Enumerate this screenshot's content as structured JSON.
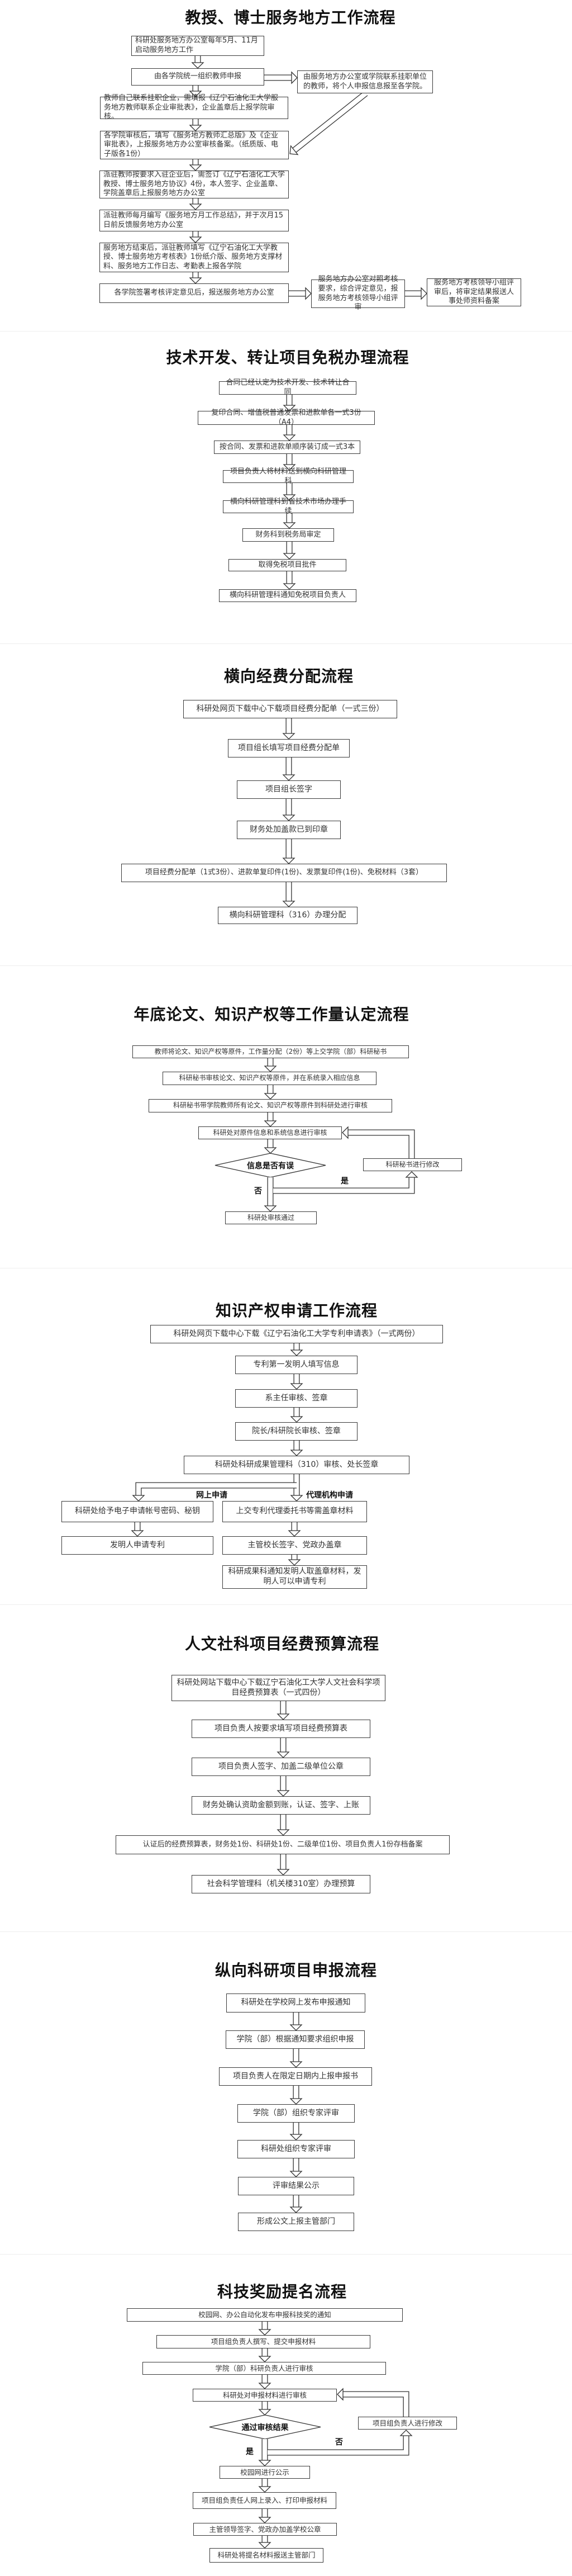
{
  "sections": [
    {
      "title": "教授、博士服务地方工作流程",
      "steps": [
        "科研处服务地方办公室每年5月、11月启动服务地方工作",
        "由各学院统一组织教师申报",
        "教师自己联系挂职企业，需填报《辽宁石油化工大学服务地方教师联系企业审批表》，企业盖章后上报学院审核。",
        "各学院审核后，填写《服务地方教师汇总版》及《企业审批表》，上报服务地方办公室审核备案。（纸质版、电子版各1份）",
        "派驻教师按要求入驻企业后，需签订《辽宁石油化工大学教授、博士服务地方协议》4份，本人签字、企业盖章、学院盖章后上报服务地方办公室",
        "派驻教师每月编写《服务地方月工作总结》，并于次月15日前反馈服务地方办公室",
        "服务地方结束后，派驻教师填写《辽宁石油化工大学教授、博士服务地方考核表》1份纸介版、服务地方支撑材料、服务地方工作日志、考勤表上报各学院",
        "各学院签署考核评定意见后，报送服务地方办公室"
      ],
      "side": [
        "由服务地方办公室或学院联系挂职单位的教师，将个人申报信息报至各学院。",
        "服务地方办公室对照考核要求，综合评定意见，报服务地方考核领导小组评审",
        "服务地方考核领导小组评审后，将审定结果报送人事处师资料备案"
      ]
    },
    {
      "title": "技术开发、转让项目免税办理流程",
      "steps": [
        "合同已经认定为技术开发、技术转让合同",
        "复印合同、增值税普通发票和进款单各一式3份（A4）",
        "按合同、发票和进款单顺序装订成一式3本",
        "项目负责人将材料送到横向科研管理科",
        "横向科研管理科到省技术市场办理手续",
        "财务科到税务局审定",
        "取得免税项目批件",
        "横向科研管理科通知免税项目负责人"
      ]
    },
    {
      "title": "横向经费分配流程",
      "steps": [
        "科研处网页下载中心下载项目经费分配单（一式三份）",
        "项目组长填写项目经费分配单",
        "项目组长签字",
        "财务处加盖款已到印章",
        "项目经费分配单（1式3份）、进款单复印件(1份)、发票复印件(1份)、免税材料（3套）",
        "横向科研管理科（316）办理分配"
      ]
    },
    {
      "title": "年底论文、知识产权等工作量认定流程",
      "steps": [
        "教师将论文、知识产权等原件，工作量分配（2份）等上交学院（部）科研秘书",
        "科研秘书审核论文、知识产权等原件，并在系统录入相应信息",
        "科研秘书带学院教师所有论文、知识产权等原件到科研处进行审核",
        "科研处对原件信息和系统信息进行审核",
        "科研处审核通过"
      ],
      "decision": "信息是否有误",
      "side": "科研秘书进行修改",
      "yes_label": "是",
      "no_label": "否"
    },
    {
      "title": "知识产权申请工作流程",
      "steps": [
        "科研处网页下载中心下载《辽宁石油化工大学专利申请表》（一式两份）",
        "专利第一发明人填写信息",
        "系主任审核、签章",
        "院长/科研院长审核、签章",
        "科研处科研成果管理科（310）审核、处长签章"
      ],
      "online_label": "网上申请",
      "agency_label": "代理机构申请",
      "online_steps": [
        "科研处给予电子申请帐号密码、秘钥",
        "发明人申请专利"
      ],
      "agency_steps": [
        "上交专利代理委托书等需盖章材料",
        "主管校长签字、党政办盖章",
        "科研成果科通知发明人取盖章材料，发明人可以申请专利"
      ]
    },
    {
      "title": "人文社科项目经费预算流程",
      "steps": [
        "科研处网站下载中心下载辽宁石油化工大学人文社会科学项目经费预算表（一式四份）",
        "项目负责人按要求填写项目经费预算表",
        "项目负责人签字、加盖二级单位公章",
        "财务处确认资助金额到账，认证、签字、上账",
        "认证后的经费预算表，财务处1份、科研处1份、二级单位1份、项目负责人1份存档备案",
        "社会科学管理科（机关楼310室）办理预算"
      ]
    },
    {
      "title": "纵向科研项目申报流程",
      "steps": [
        "科研处在学校网上发布申报通知",
        "学院（部）根据通知要求组织申报",
        "项目负责人在限定日期内上报申报书",
        "学院（部）组织专家评审",
        "科研处组织专家评审",
        "评审结果公示",
        "形成公文上报主管部门"
      ]
    },
    {
      "title": "科技奖励提名流程",
      "steps": [
        "校园网、办公自动化发布申报科技奖的通知",
        "项目组负责人撰写、提交申报材料",
        "学院（部）科研负责人进行审核",
        "科研处对申报材料进行审核",
        "校园网进行公示",
        "项目组负责任人网上录入、打印申报材料",
        "主管领导签字、党政办加盖学校公章",
        "科研处将提名材料报送主管部门"
      ],
      "decision": "通过审核结果",
      "side": "项目组负责人进行修改",
      "yes_label": "是",
      "no_label": "否"
    }
  ]
}
